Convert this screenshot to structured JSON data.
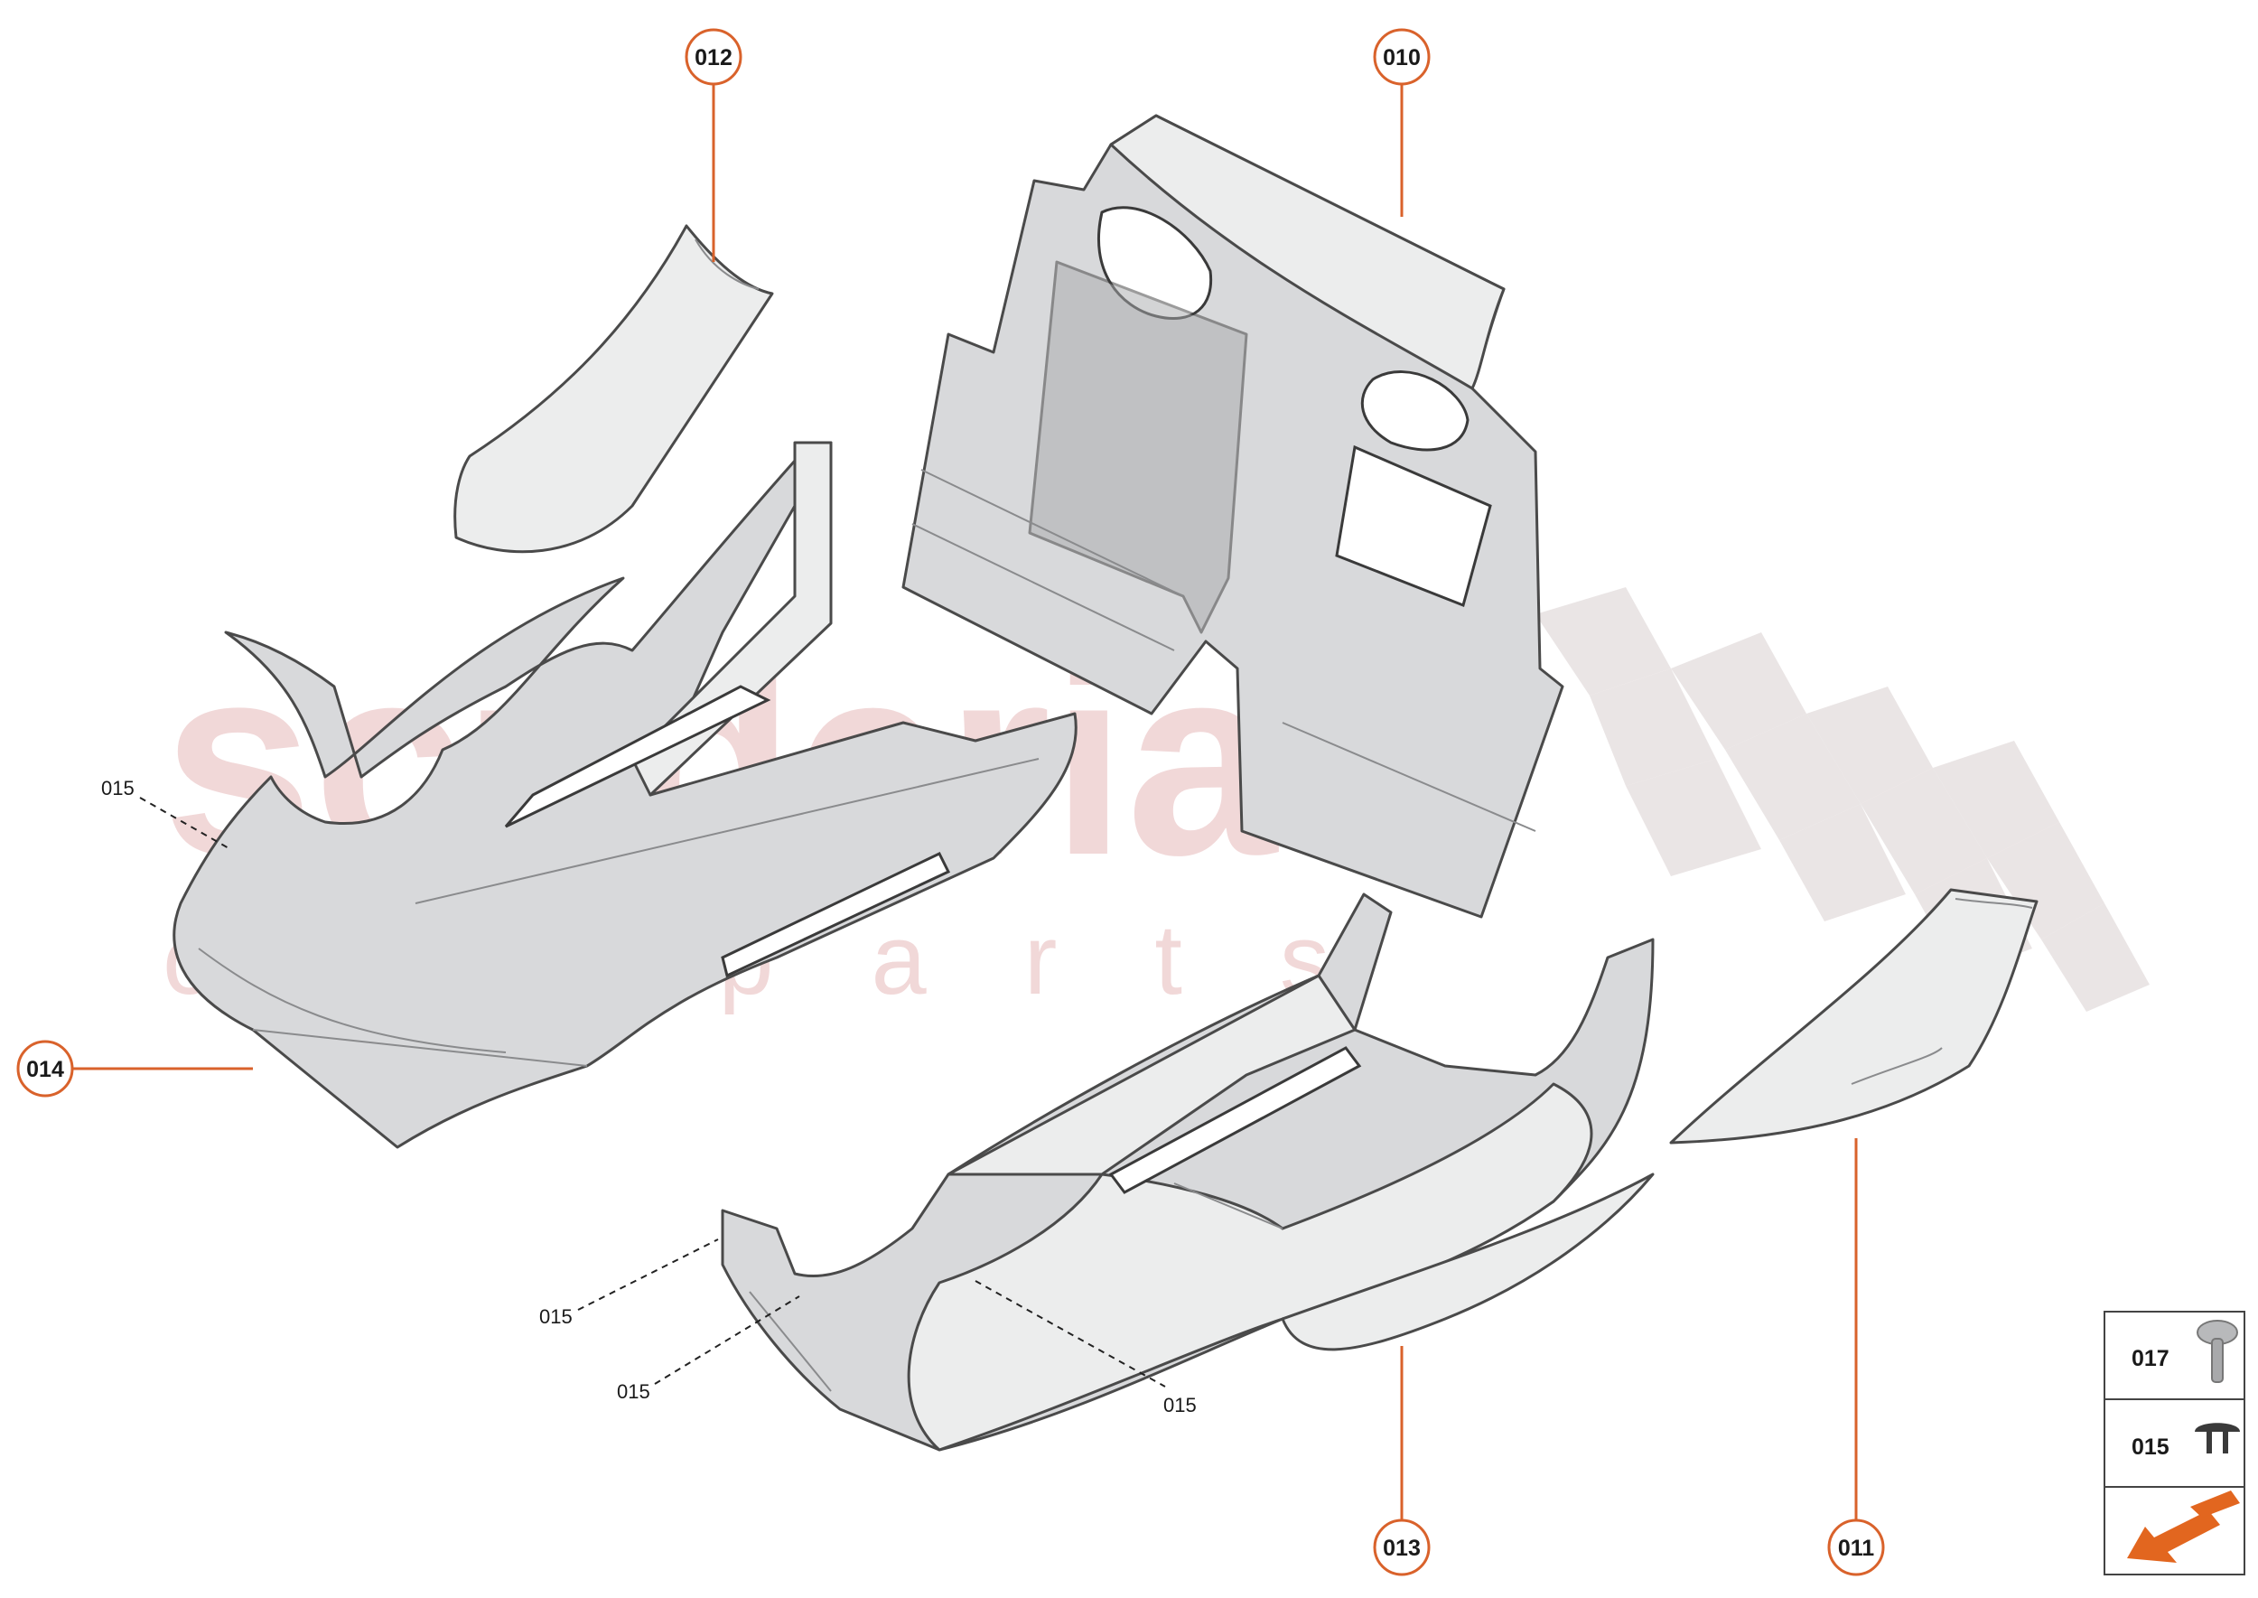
{
  "watermark": {
    "brand": "scuderia",
    "subtitle": "car parts"
  },
  "callouts": [
    {
      "id": "012"
    },
    {
      "id": "010"
    },
    {
      "id": "014"
    },
    {
      "id": "013"
    },
    {
      "id": "011"
    }
  ],
  "references": [
    {
      "label": "015"
    },
    {
      "label": "015"
    },
    {
      "label": "015"
    },
    {
      "label": "015"
    }
  ],
  "legend": {
    "items": [
      {
        "code": "017",
        "icon": "rivet-icon"
      },
      {
        "code": "015",
        "icon": "clip-fastener-icon"
      }
    ],
    "nav_icon": "next-arrow-icon",
    "accent": "#e2661f"
  },
  "colors": {
    "callout": "#d9622b",
    "part_fill": "#d8d9db",
    "watermark": "#e2a9ab"
  }
}
